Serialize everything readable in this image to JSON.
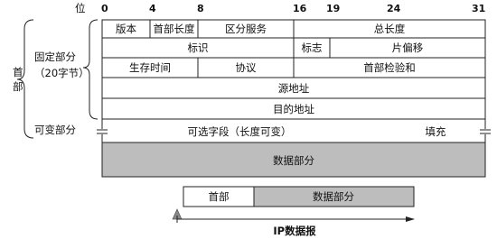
{
  "bit_scale": {
    "label": "位",
    "ticks": [
      "0",
      "4",
      "8",
      "16",
      "19",
      "24",
      "31"
    ]
  },
  "header_label": "首部",
  "fixed_part_label": "固定部分",
  "fixed_part_size": "（20字节）",
  "variable_part_label": "可变部分",
  "fields": {
    "version": "版本",
    "header_length": "首部长度",
    "differentiated_services": "区分服务",
    "total_length": "总长度",
    "identification": "标识",
    "flags": "标志",
    "fragment_offset": "片偏移",
    "ttl": "生存时间",
    "protocol": "协议",
    "header_checksum": "首部检验和",
    "source_address": "源地址",
    "destination_address": "目的地址",
    "options": "可选字段（长度可变）",
    "padding": "填充",
    "data": "数据部分"
  },
  "datagram": {
    "header_label": "首部",
    "data_label": "数据部分",
    "name": "IP数据报"
  },
  "colors": {
    "data_fill": "#bdbdbd",
    "line": "#222222"
  }
}
